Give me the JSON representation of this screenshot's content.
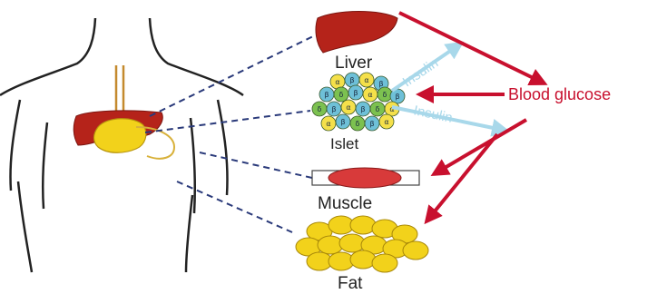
{
  "organs": {
    "liver": "Liver",
    "islet": "Islet",
    "muscle": "Muscle",
    "fat": "Fat"
  },
  "signals": {
    "blood_glucose": "Blood glucose",
    "insulin_top": "Insulin",
    "insulin_bottom": "Insulin"
  },
  "islet_cells": {
    "alpha": "α",
    "beta": "β",
    "delta": "δ"
  },
  "colors": {
    "glucose_arrow": "#c8102e",
    "insulin_arrow": "#a8d8ea",
    "liver": "#b5231a",
    "fat": "#f2d21b",
    "muscle": "#d83a3a",
    "body_outline": "#222222",
    "dashed_link": "#2a3a7a"
  }
}
